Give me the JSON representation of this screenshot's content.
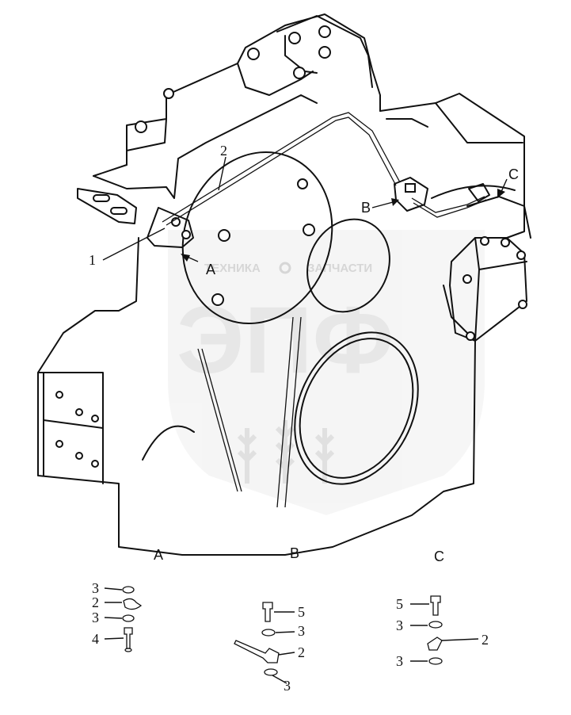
{
  "watermark": {
    "brand_left": "ТЕХНИКА",
    "brand_right": "ЗАПЧАСТИ",
    "logo_letters": "ЭПФ"
  },
  "main_view": {
    "callouts": {
      "harness_1": "1",
      "harness_2": "2"
    },
    "view_markers": {
      "a": "A",
      "b": "B",
      "c": "C"
    }
  },
  "detail_views": {
    "a": {
      "title": "A",
      "items": [
        "3",
        "2",
        "3",
        "4"
      ]
    },
    "b": {
      "title": "B",
      "items": [
        "5",
        "3",
        "2",
        "3"
      ]
    },
    "c": {
      "title": "C",
      "items": [
        "5",
        "3",
        "2",
        "3"
      ]
    }
  }
}
